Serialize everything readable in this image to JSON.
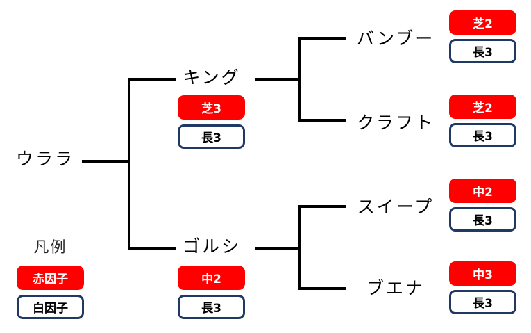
{
  "colors": {
    "red_badge_bg": "#FF0000",
    "red_badge_text": "#FFFFFF",
    "white_badge_border": "#1F3864",
    "white_badge_text": "#000000",
    "line_color": "#000000",
    "background": "#FFFFFF"
  },
  "legend": {
    "title": "凡例",
    "red_factor_label": "赤因子",
    "white_factor_label": "白因子"
  },
  "tree": {
    "name": "ウララ",
    "children": [
      {
        "name": "キング",
        "red_factor": "芝3",
        "white_factor": "長3",
        "children": [
          {
            "name": "バンブー",
            "red_factor": "芝2",
            "white_factor": "長3"
          },
          {
            "name": "クラフト",
            "red_factor": "芝2",
            "white_factor": "長3"
          }
        ]
      },
      {
        "name": "ゴルシ",
        "red_factor": "中2",
        "white_factor": "長3",
        "children": [
          {
            "name": "スイープ",
            "red_factor": "中2",
            "white_factor": "長3"
          },
          {
            "name": "ブエナ",
            "red_factor": "中3",
            "white_factor": "長3"
          }
        ]
      }
    ]
  }
}
